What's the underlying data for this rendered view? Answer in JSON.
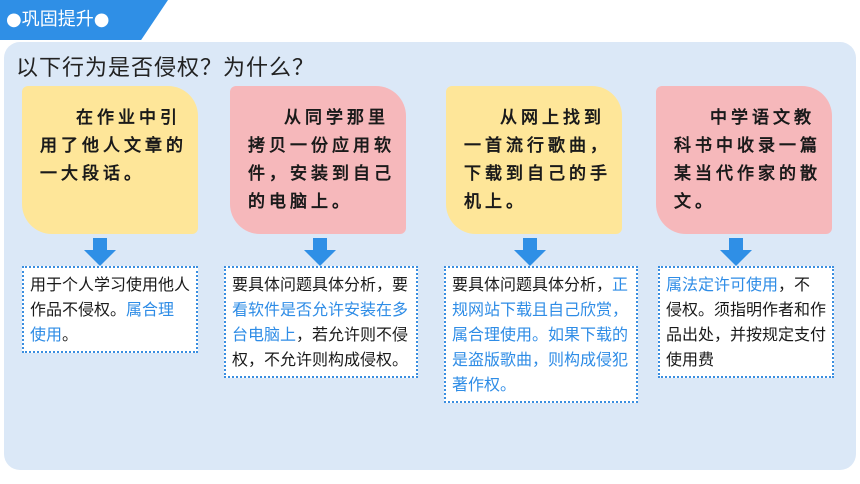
{
  "header": {
    "title": "●巩固提升●"
  },
  "question": "以下行为是否侵权？为什么？",
  "cards": [
    {
      "text": "在作业中引用了他人文章的一大段话。"
    },
    {
      "text": "从同学那里拷贝一份应用软件，安装到自己的电脑上。"
    },
    {
      "text": "从网上找到一首流行歌曲，下载到自己的手机上。"
    },
    {
      "text": "中学语文教科书中收录一篇某当代作家的散文。"
    }
  ],
  "answers": [
    {
      "parts": [
        {
          "text": "用于个人学习使用他人作品不侵权。",
          "hl": false
        },
        {
          "text": "属合理使用",
          "hl": true
        },
        {
          "text": "。",
          "hl": false
        }
      ]
    },
    {
      "parts": [
        {
          "text": "要具体问题具体分析，要",
          "hl": false
        },
        {
          "text": "看软件是否允许安装在多台电脑上",
          "hl": true
        },
        {
          "text": "，若允许则不侵权，不允许则构成侵权。",
          "hl": false
        }
      ]
    },
    {
      "parts": [
        {
          "text": "要具体问题具体分析，",
          "hl": false
        },
        {
          "text": "正规网站下载且自己欣赏，属合理使用。如果下载的是盗版歌曲，则构成侵犯著作权。",
          "hl": true
        }
      ]
    },
    {
      "parts": [
        {
          "text": "属法定许可使用",
          "hl": true
        },
        {
          "text": "，不侵权。须指明作者和作品出处，并按规定支付使用费",
          "hl": false
        }
      ]
    }
  ],
  "colors": {
    "accent": "#2f8fe6",
    "panel": "#dbe8f7",
    "yellow": "#fee699",
    "pink": "#f6b8bb",
    "highlight": "#2e8ce6"
  }
}
